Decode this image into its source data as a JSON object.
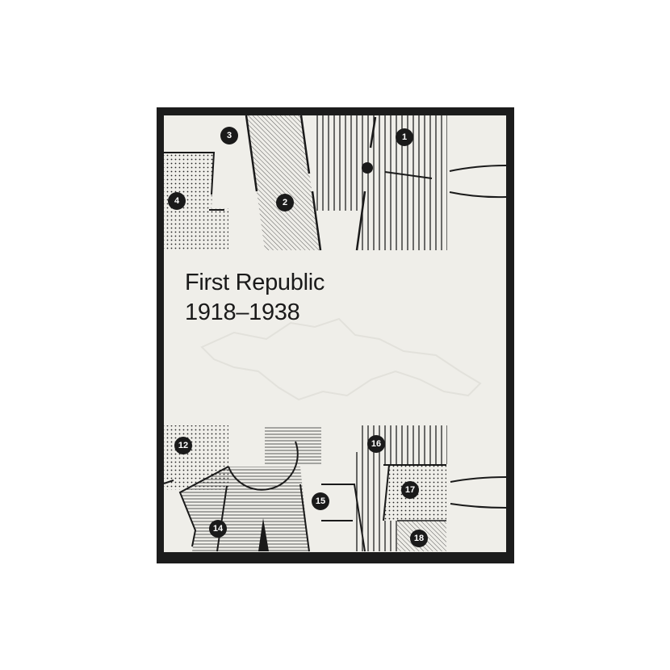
{
  "book": {
    "title": "First Republic",
    "years": "1918–1938"
  },
  "markers": {
    "m1": "1",
    "m2": "2",
    "m3": "3",
    "m4": "4",
    "m12": "12",
    "m14": "14",
    "m15": "15",
    "m16": "16",
    "m17": "17",
    "m18": "18"
  },
  "colors": {
    "cover": "#efeee9",
    "board": "#1c1c1c",
    "ink": "#1a1a1a"
  }
}
